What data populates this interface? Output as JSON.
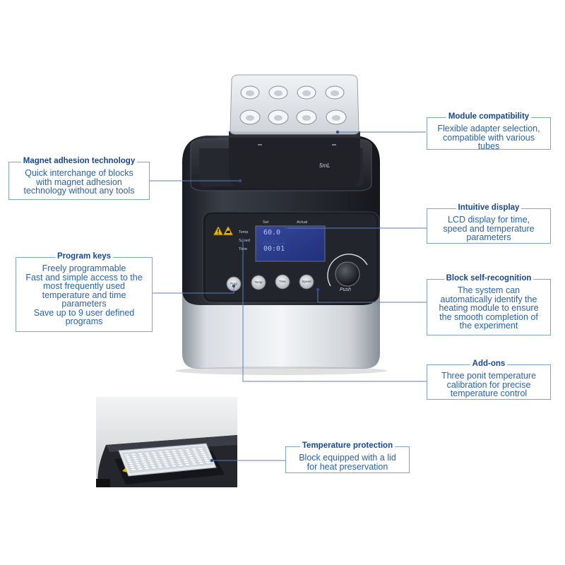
{
  "callouts": {
    "module": {
      "title": "Module compatibility",
      "lines": [
        "Flexible adapter selection,",
        "compatible with various",
        "tubes"
      ]
    },
    "magnet": {
      "title": "Magnet adhesion technology",
      "lines": [
        "Quick interchange of blocks",
        "with magnet adhesion",
        "technology without any tools"
      ]
    },
    "display": {
      "title": "Intuitive display",
      "lines": [
        "LCD display for time,",
        "speed and temperature",
        "parameters"
      ]
    },
    "program": {
      "title": "Program keys",
      "lines": [
        "Freely programmable",
        "Fast and simple access to the",
        "most frequently used",
        "temperature and time",
        "parameters",
        "Save up to 9 user defined",
        "programs"
      ]
    },
    "block": {
      "title": "Block self-recognition",
      "lines": [
        "The system can",
        "automatically identify the",
        "heating module to ensure",
        "the smooth completion of",
        "the experiment"
      ]
    },
    "addons": {
      "title": "Add-ons",
      "lines": [
        "Three ponit temperature",
        "calibration for precise",
        "temperature control"
      ]
    },
    "protection": {
      "title": "Temperature protection",
      "lines": [
        "Block equipped with a lid",
        "for heat preservation"
      ]
    }
  },
  "device": {
    "block_label": "5mL",
    "lcd": {
      "header_set": "Set",
      "header_actual": "Actual",
      "row_temp": "Temp",
      "row_speed": "Speed",
      "row_time": "Time",
      "temp_value": "60.0",
      "speed_value": "-----",
      "time_value": "00:01"
    },
    "buttons": [
      "Prog",
      "Temp",
      "Time",
      "Speed"
    ],
    "knob_label": "Push"
  },
  "colors": {
    "title_blue": "#16479a",
    "text_blue": "#2a62b5",
    "frame_blue": "#7fa4d6",
    "lcd_blue": "#2c3d8f",
    "body_dark": "#20232b"
  }
}
